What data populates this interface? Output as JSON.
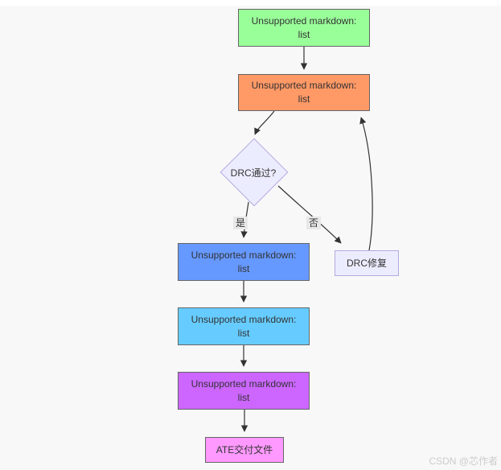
{
  "diagram": {
    "type": "flowchart",
    "nodes": {
      "n1": {
        "line1": "Unsupported markdown:",
        "line2": "list",
        "fill": "#99ff99"
      },
      "n2": {
        "line1": "Unsupported markdown:",
        "line2": "list",
        "fill": "#ff9966"
      },
      "decision": {
        "label": "DRC通过?",
        "fill": "#ececff",
        "border": "#b5a9e0"
      },
      "n3": {
        "line1": "Unsupported markdown:",
        "line2": "list",
        "fill": "#6699ff"
      },
      "drc_fix": {
        "label": "DRC修复",
        "fill": "#ececff",
        "border": "#b5a9e0"
      },
      "n4": {
        "line1": "Unsupported markdown:",
        "line2": "list",
        "fill": "#66ccff"
      },
      "n5": {
        "line1": "Unsupported markdown:",
        "line2": "list",
        "fill": "#cc66ff"
      },
      "ate": {
        "label": "ATE交付文件",
        "fill": "#ff99ff"
      }
    },
    "edge_labels": {
      "yes": "是",
      "no": "否"
    },
    "edges": [
      {
        "from": "n1",
        "to": "n2",
        "label": ""
      },
      {
        "from": "n2",
        "to": "decision",
        "label": ""
      },
      {
        "from": "decision",
        "to": "n3",
        "label": "是"
      },
      {
        "from": "decision",
        "to": "drc_fix",
        "label": "否"
      },
      {
        "from": "drc_fix",
        "to": "n2",
        "label": ""
      },
      {
        "from": "n3",
        "to": "n4",
        "label": ""
      },
      {
        "from": "n4",
        "to": "n5",
        "label": ""
      },
      {
        "from": "n5",
        "to": "ate",
        "label": ""
      }
    ],
    "colors": {
      "edge_stroke": "#333333",
      "node_border": "#666666",
      "edge_label_bg": "#e8e8e8",
      "background": "#f8f8f8"
    }
  },
  "watermark": {
    "text": "CSDN @芯作者"
  }
}
